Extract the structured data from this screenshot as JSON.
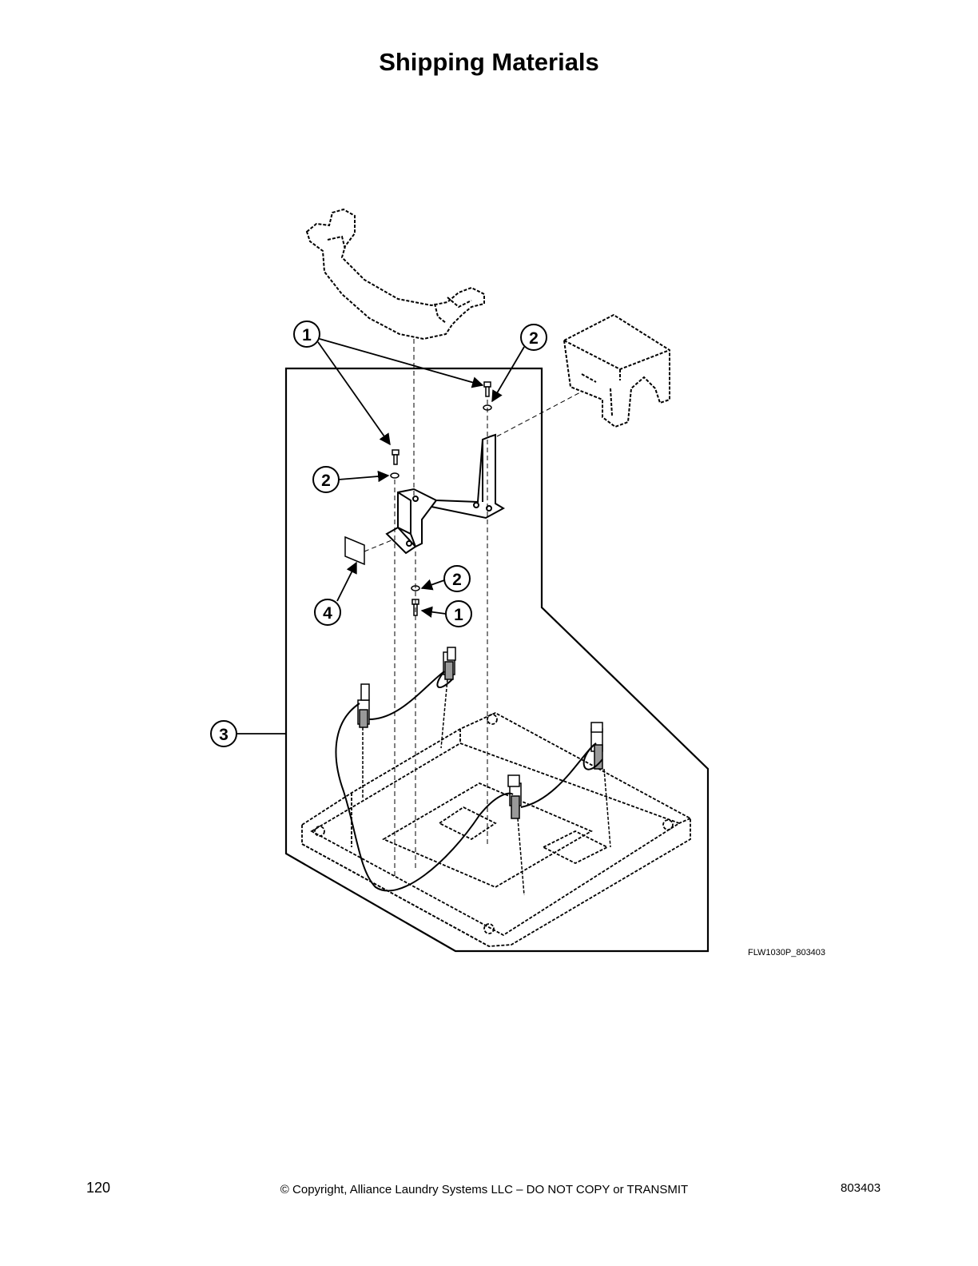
{
  "page": {
    "title": "Shipping Materials",
    "page_number": "120",
    "copyright": "© Copyright, Alliance Laundry Systems LLC – DO NOT COPY or TRANSMIT",
    "doc_number": "803403"
  },
  "figure": {
    "id": "FLW1030P_803403",
    "callouts": [
      "1",
      "2",
      "2",
      "2",
      "4",
      "1",
      "3"
    ]
  }
}
